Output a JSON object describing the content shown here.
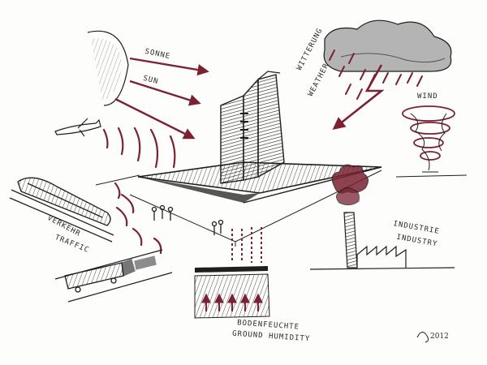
{
  "labels": {
    "sun_de": "Sonne",
    "sun_en": "Sun",
    "weather_de": "Witterung",
    "weather_en": "Weather",
    "wind": "Wind",
    "traffic_de": "Verkehr",
    "traffic_en": "Traffic",
    "industry_de": "Industrie",
    "industry_en": "Industry",
    "humidity_de": "Bodenfeuchte",
    "humidity_en": "Ground Humidity",
    "signature": "2012"
  },
  "colors": {
    "ink": "#1e1e1e",
    "accent": "#7a2233",
    "cloud": "#9a9a9a"
  }
}
